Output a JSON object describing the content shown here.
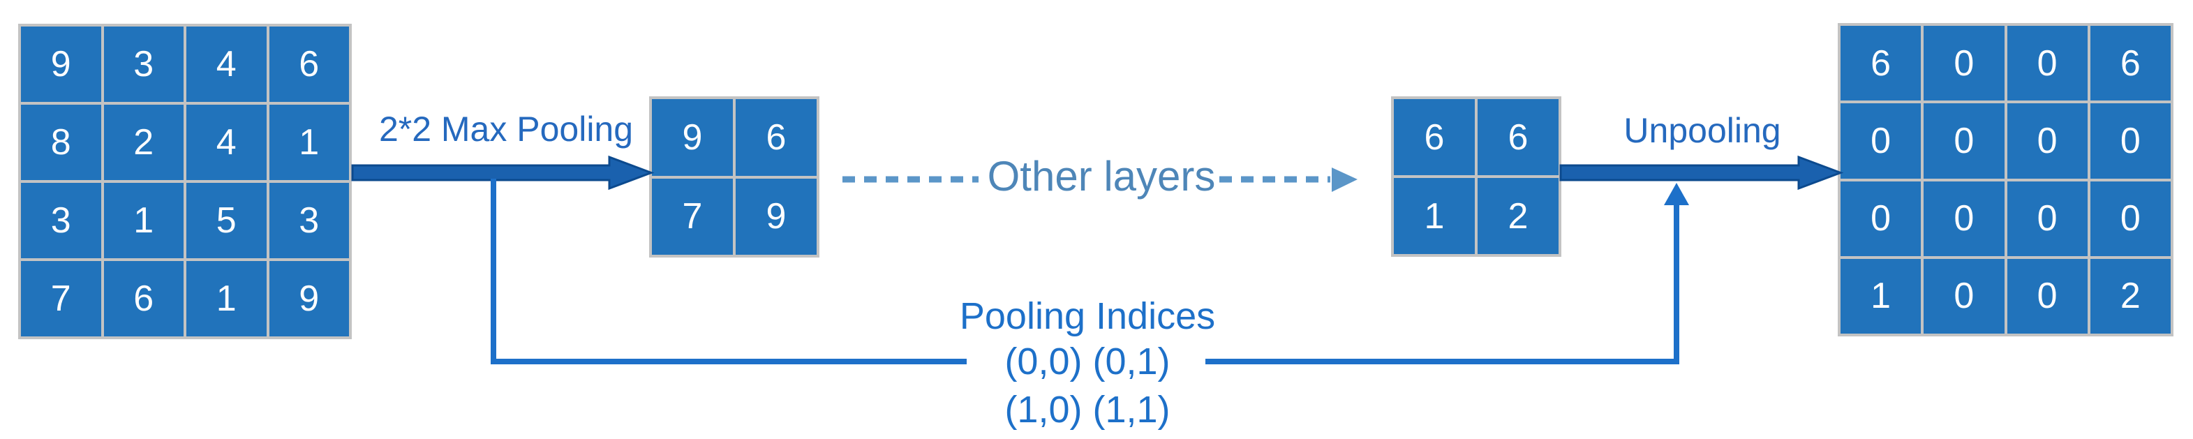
{
  "diagram": {
    "labels": {
      "max_pooling": "2*2 Max Pooling",
      "other_layers": "Other layers",
      "unpooling": "Unpooling",
      "pooling_indices_title": "Pooling Indices",
      "pooling_indices_row1": "(0,0) (0,1)",
      "pooling_indices_row2": "(1,0) (1,1)"
    },
    "grids": {
      "input": {
        "rows": [
          [
            9,
            3,
            4,
            6
          ],
          [
            8,
            2,
            4,
            1
          ],
          [
            3,
            1,
            5,
            3
          ],
          [
            7,
            6,
            1,
            9
          ]
        ]
      },
      "pooled": {
        "rows": [
          [
            9,
            6
          ],
          [
            7,
            9
          ]
        ]
      },
      "decoder_input": {
        "rows": [
          [
            6,
            6
          ],
          [
            1,
            2
          ]
        ]
      },
      "unpooled": {
        "rows": [
          [
            6,
            0,
            0,
            6
          ],
          [
            0,
            0,
            0,
            0
          ],
          [
            0,
            0,
            0,
            0
          ],
          [
            1,
            0,
            0,
            2
          ]
        ]
      }
    },
    "colors": {
      "cell_fill": "#2173BB",
      "cell_text": "#FFFFFF",
      "cell_border": "#C3C3C3",
      "arrow_fill": "#1A61AE",
      "arrow_stroke": "#0C4A8E",
      "label_blue": "#2569BE",
      "indices_blue": "#1D70C9",
      "dashed_blue": "#5B96C8",
      "other_layers_text": "#4E86B8"
    }
  }
}
